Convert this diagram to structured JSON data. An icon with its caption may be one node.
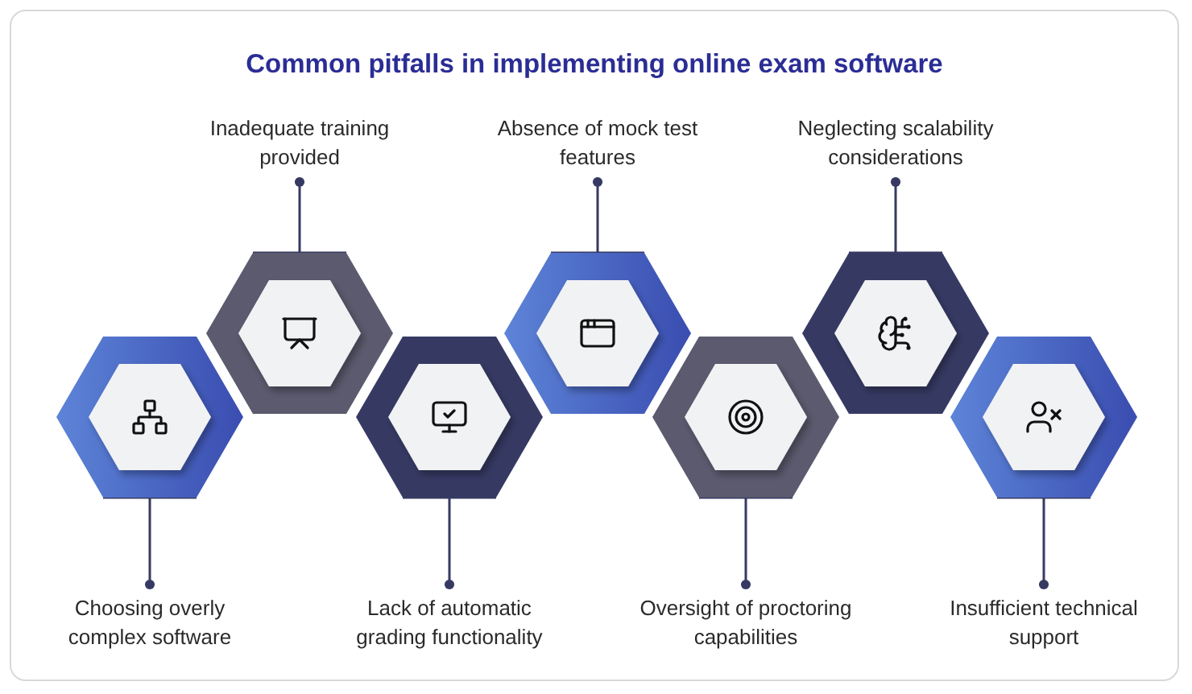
{
  "diagram": {
    "title": "Common pitfalls in implementing online exam software",
    "nodes": [
      {
        "text": [
          "Choosing overly complex software"
        ]
      },
      {
        "text": [
          "Inadequate training provided"
        ]
      },
      {
        "text": [
          "Lack of automatic grading functionality"
        ]
      },
      {
        "text": [
          "Absence of mock test features"
        ]
      },
      {
        "text": [
          "Oversight of proctoring capabilities"
        ]
      },
      {
        "text": [
          "Neglecting scalability considerations"
        ]
      },
      {
        "text": [
          "Insufficient technical support"
        ]
      },
      {
        "text": [],
        "shape": "hexagon"
      },
      {
        "text": [],
        "shape": "hexagon"
      },
      {
        "text": [],
        "shape": "hexagon"
      },
      {
        "text": [],
        "shape": "hexagon"
      },
      {
        "text": [],
        "shape": "hexagon"
      },
      {
        "text": [],
        "shape": "hexagon"
      },
      {
        "text": [],
        "shape": "hexagon"
      }
    ],
    "edges": [
      {
        "from": 0,
        "to": 7,
        "arrow": "other"
      },
      {
        "from": 1,
        "to": 8,
        "arrow": "other"
      },
      {
        "from": 2,
        "to": 9,
        "arrow": "other"
      },
      {
        "from": 3,
        "to": 10,
        "arrow": "other"
      },
      {
        "from": 4,
        "to": 11,
        "arrow": "other"
      },
      {
        "from": 5,
        "to": 12,
        "arrow": "other"
      },
      {
        "from": 6,
        "to": 13,
        "arrow": "other"
      }
    ]
  }
}
